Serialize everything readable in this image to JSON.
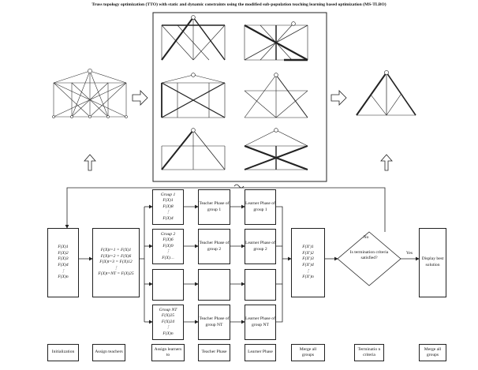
{
  "title": "Truss topology optimization (TTO) with static and dynamic constraints using the modified sub-population teaching learning based optimization (MS-TLBO)",
  "init_formulas": [
    "F(X)1",
    "F(X)2",
    "F(X)3",
    "F(X)4",
    "⋮",
    "F(X)n"
  ],
  "assign_formulas": [
    "F(X)t=1 = F(X)1",
    "F(X)t=2 = F(X)6",
    "F(X)t=3 = F(X)12",
    "⋮",
    "F(X)t=NT = F(X)25"
  ],
  "groups": [
    {
      "name": "Group 1",
      "formulas": [
        "F(X)1",
        "F(X)8",
        "⋮",
        "F(X)4"
      ],
      "teacher": "Teacher Phase of group 1",
      "learner": "Learner Phase of group 1"
    },
    {
      "name": "Group 2",
      "formulas": [
        "F(X)6",
        "F(X)9",
        "⋮",
        "F(X)…"
      ],
      "teacher": "Teacher Phase of group 2",
      "learner": "Learner Phase of group 2"
    },
    {
      "name": "Group NT",
      "formulas": [
        "F(X)25",
        "F(X)24",
        "⋮",
        "F(X)n"
      ],
      "teacher": "Teacher Phase of group NT",
      "learner": "Learner Phase of group NT"
    }
  ],
  "merge_formulas": [
    "F(X')1",
    "F(X')2",
    "F(X')3",
    "F(X')4",
    "⋮",
    "F(X')n"
  ],
  "decision": "Is termination criteria satisfied?",
  "yes": "Yes",
  "no": "No",
  "display": "Display best solution",
  "bottom_labels": [
    "Initialization",
    "Assign teachers",
    "Assign learners to",
    "Teacher Phase",
    "Learner Phase",
    "Merge all groups",
    "Terminatio n criteria",
    "Merge all groups"
  ]
}
